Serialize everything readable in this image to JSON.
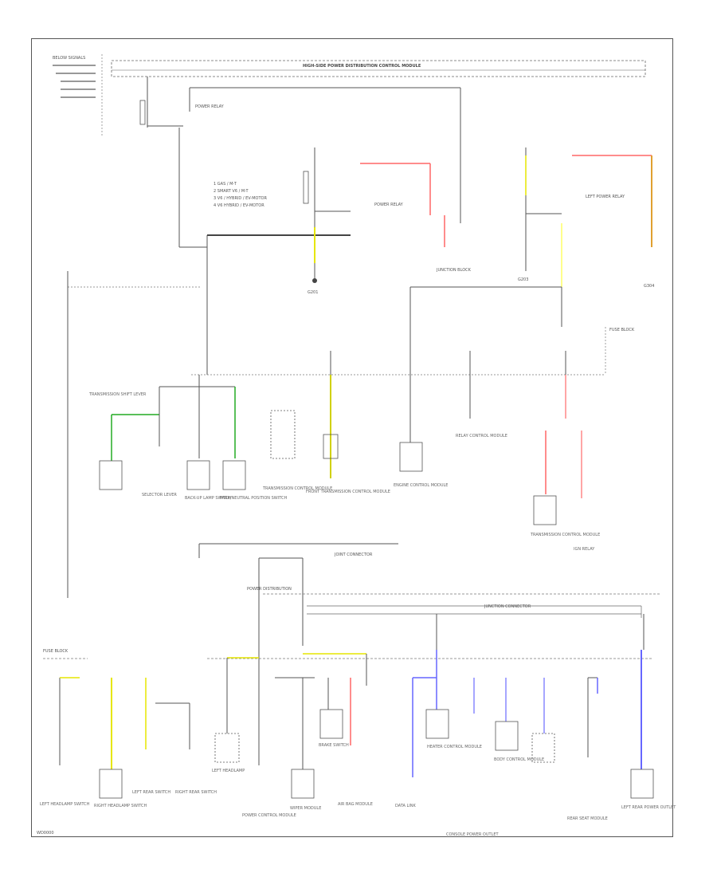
{
  "document": {
    "footer_code": "WD0000",
    "module_header": "HIGH-SIDE POWER DISTRIBUTION CONTROL MODULE"
  },
  "legend": {
    "items": [
      "1  GAS / M-T",
      "2  SMART  V6 / M-T",
      "3  V6 / HYBRID / EV-MOTOR",
      "4  V6 HYBRID / EV-MOTOR"
    ]
  },
  "labels": {
    "top_left_note": "BELOW SIGNALS",
    "relay_left": "POWER RELAY",
    "relay_mid": "POWER RELAY",
    "relay_right": "LEFT POWER RELAY",
    "ground_1": "G201",
    "ground_2": "G203",
    "ground_3": "G304",
    "junction_1": "JUNCTION BLOCK",
    "fuse_box_left": "FUSE BLOCK",
    "fuse_box_right": "FUSE BLOCK",
    "connector_bus": "JOINT CONNECTOR",
    "bottom_bus_label": "JUNCTION CONNECTOR",
    "mid_bus_label": "POWER DISTRIBUTION"
  },
  "upper_components": [
    "TRANSMISSION SHIFT LEVER",
    "SELECTOR LEVER",
    "BACK-UP LAMP SWITCH",
    "PARK/NEUTRAL POSITION SWITCH",
    "TRANSMISSION CONTROL MODULE",
    "FRONT TRANSMISSION CONTROL MODULE",
    "ENGINE CONTROL MODULE",
    "RELAY CONTROL MODULE",
    "TRANSMISSION CONTROL MODULE",
    "IGN RELAY"
  ],
  "lower_components": [
    "LEFT HEADLAMP SWITCH",
    "RIGHT HEADLAMP SWITCH",
    "LEFT REAR SWITCH",
    "RIGHT REAR SWITCH",
    "LEFT HEADLAMP",
    "POWER CONTROL MODULE",
    "WIPER MODULE",
    "BRAKE SWITCH",
    "AIR BAG MODULE",
    "DATA LINK",
    "HEATER CONTROL MODULE",
    "CONSOLE POWER OUTLET",
    "BODY CONTROL MODULE",
    "REAR SEAT MODULE",
    "LEFT REAR POWER OUTLET"
  ],
  "colors": {
    "wire_default": "#555555",
    "wire_yellow": "#e6e600",
    "wire_green": "#22aa22",
    "wire_red": "#ff3333",
    "wire_pink": "#ff8888",
    "wire_blue": "#6666ff",
    "wire_orange": "#e0a030"
  }
}
